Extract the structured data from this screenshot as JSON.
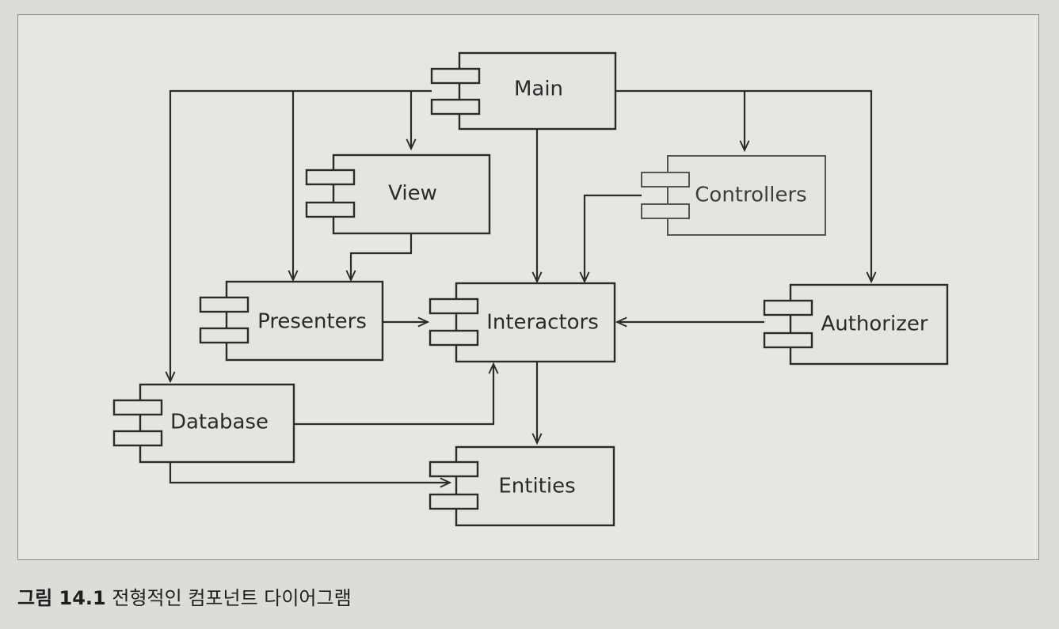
{
  "diagram": {
    "components": {
      "main": "Main",
      "view": "View",
      "controllers": "Controllers",
      "presenters": "Presenters",
      "interactors": "Interactors",
      "authorizer": "Authorizer",
      "database": "Database",
      "entities": "Entities"
    },
    "dependencies": [
      {
        "from": "Main",
        "to": "Database"
      },
      {
        "from": "Main",
        "to": "Presenters"
      },
      {
        "from": "Main",
        "to": "View"
      },
      {
        "from": "Main",
        "to": "Interactors"
      },
      {
        "from": "Main",
        "to": "Controllers"
      },
      {
        "from": "Main",
        "to": "Authorizer"
      },
      {
        "from": "View",
        "to": "Presenters"
      },
      {
        "from": "Controllers",
        "to": "Interactors"
      },
      {
        "from": "Presenters",
        "to": "Interactors"
      },
      {
        "from": "Authorizer",
        "to": "Interactors"
      },
      {
        "from": "Database",
        "to": "Interactors"
      },
      {
        "from": "Database",
        "to": "Entities"
      },
      {
        "from": "Interactors",
        "to": "Entities"
      }
    ]
  },
  "caption": {
    "label": "그림 14.1",
    "text": "전형적인 컴포넌트 다이어그램"
  }
}
